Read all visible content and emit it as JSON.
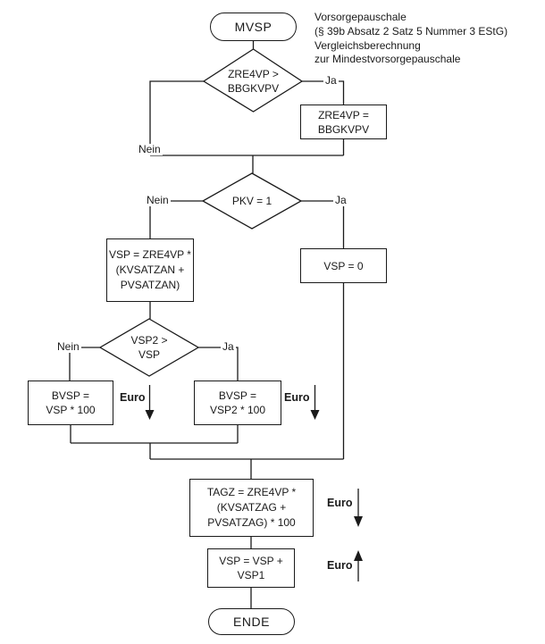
{
  "title_block": {
    "lines": [
      "Vorsorgepauschale",
      "(§ 39b Absatz 2 Satz 5 Nummer 3 EStG)",
      "Vergleichsberechnung",
      "zur Mindestvorsorgepauschale"
    ]
  },
  "flowchart": {
    "start": {
      "label": "MVSP"
    },
    "decision_zre4vp": {
      "lines": [
        "ZRE4VP >",
        "BBGKVPV"
      ]
    },
    "process_zre4vp_cap": {
      "lines": [
        "ZRE4VP =",
        "BBGKVPV"
      ]
    },
    "decision_pkv": {
      "label": "PKV = 1"
    },
    "process_vsp_an": {
      "lines": [
        "VSP = ZRE4VP *",
        "(KVSATZAN +",
        "PVSATZAN)"
      ]
    },
    "process_vsp_zero": {
      "label": "VSP = 0"
    },
    "decision_vsp2": {
      "lines": [
        "VSP2 >",
        "VSP"
      ]
    },
    "process_bvsp_vsp": {
      "lines": [
        "BVSP =",
        "VSP * 100"
      ]
    },
    "process_bvsp_vsp2": {
      "lines": [
        "BVSP =",
        "VSP2 * 100"
      ]
    },
    "process_tagz": {
      "lines": [
        "TAGZ = ZRE4VP *",
        "(KVSATZAG +",
        "PVSATZAG) * 100"
      ]
    },
    "process_vsp_sum": {
      "lines": [
        "VSP = VSP +",
        "VSP1"
      ]
    },
    "end": {
      "label": "ENDE"
    }
  },
  "edge_labels": {
    "zre4vp_yes": "Ja",
    "zre4vp_no": "Nein",
    "pkv_no": "Nein",
    "pkv_yes": "Ja",
    "vsp2_no": "Nein",
    "vsp2_yes": "Ja"
  },
  "unit_labels": {
    "euro_bvsp_vsp": "Euro",
    "euro_bvsp_vsp2": "Euro",
    "euro_tagz": "Euro",
    "euro_vsp_sum": "Euro"
  },
  "colors": {
    "line": "#1a1a1a",
    "text": "#1a1a1a",
    "background": "#ffffff"
  }
}
